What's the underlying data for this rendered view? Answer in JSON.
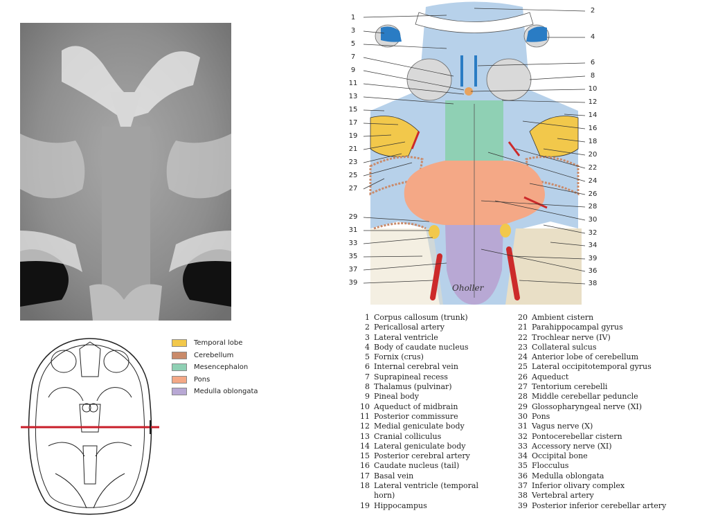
{
  "legend": [
    {
      "label": "Temporal lobe",
      "color": "#f2c84b"
    },
    {
      "label": "Cerebellum",
      "color": "#c98a6a"
    },
    {
      "label": "Mesencephalon",
      "color": "#8fd0b4"
    },
    {
      "label": "Pons",
      "color": "#f4a886"
    },
    {
      "label": "Medulla oblongata",
      "color": "#b8a8d4"
    }
  ],
  "colors": {
    "csf": "#b7d1ea",
    "ventricle": "#2a7cc4",
    "bone": "#e9dfc6",
    "artery": "#cc2a2a"
  },
  "signature": "Oholler",
  "left_labels": [
    "1",
    "3",
    "5",
    "7",
    "9",
    "11",
    "13",
    "15",
    "17",
    "19",
    "21",
    "23",
    "25",
    "27",
    "29",
    "31",
    "33",
    "35",
    "37",
    "39"
  ],
  "right_labels": [
    "2",
    "4",
    "6",
    "8",
    "10",
    "12",
    "14",
    "16",
    "18",
    "20",
    "22",
    "24",
    "26",
    "28",
    "30",
    "32",
    "34",
    "39",
    "36",
    "38"
  ],
  "structures_col1": [
    {
      "n": "1",
      "t": "Corpus callosum (trunk)"
    },
    {
      "n": "2",
      "t": "Pericallosal artery"
    },
    {
      "n": "3",
      "t": "Lateral ventricle"
    },
    {
      "n": "4",
      "t": "Body of caudate nucleus"
    },
    {
      "n": "5",
      "t": "Fornix (crus)"
    },
    {
      "n": "6",
      "t": "Internal cerebral vein"
    },
    {
      "n": "7",
      "t": "Suprapineal recess"
    },
    {
      "n": "8",
      "t": "Thalamus (pulvinar)"
    },
    {
      "n": "9",
      "t": "Pineal body"
    },
    {
      "n": "10",
      "t": "Aqueduct of midbrain"
    },
    {
      "n": "11",
      "t": "Posterior commissure"
    },
    {
      "n": "12",
      "t": "Medial geniculate body"
    },
    {
      "n": "13",
      "t": "Cranial colliculus"
    },
    {
      "n": "14",
      "t": "Lateral geniculate body"
    },
    {
      "n": "15",
      "t": "Posterior cerebral artery"
    },
    {
      "n": "16",
      "t": "Caudate nucleus (tail)"
    },
    {
      "n": "17",
      "t": "Basal vein"
    },
    {
      "n": "18",
      "t": "Lateral ventricle (temporal"
    },
    {
      "n": "",
      "t": "horn)"
    },
    {
      "n": "19",
      "t": "Hippocampus"
    }
  ],
  "structures_col2": [
    {
      "n": "20",
      "t": "Ambient cistern"
    },
    {
      "n": "21",
      "t": "Parahippocampal gyrus"
    },
    {
      "n": "22",
      "t": "Trochlear nerve (IV)"
    },
    {
      "n": "23",
      "t": "Collateral sulcus"
    },
    {
      "n": "24",
      "t": "Anterior lobe of cerebellum"
    },
    {
      "n": "25",
      "t": "Lateral occipitotemporal gyrus"
    },
    {
      "n": "26",
      "t": "Aqueduct"
    },
    {
      "n": "27",
      "t": "Tentorium cerebelli"
    },
    {
      "n": "28",
      "t": "Middle cerebellar peduncle"
    },
    {
      "n": "29",
      "t": "Glossopharyngeal nerve (XI)"
    },
    {
      "n": "30",
      "t": "Pons"
    },
    {
      "n": "31",
      "t": "Vagus nerve (X)"
    },
    {
      "n": "32",
      "t": "Pontocerebellar cistern"
    },
    {
      "n": "33",
      "t": "Accessory nerve (XI)"
    },
    {
      "n": "34",
      "t": "Occipital bone"
    },
    {
      "n": "35",
      "t": "Flocculus"
    },
    {
      "n": "36",
      "t": "Medulla oblongata"
    },
    {
      "n": "37",
      "t": "Inferior olivary complex"
    },
    {
      "n": "38",
      "t": "Vertebral artery"
    },
    {
      "n": "39",
      "t": "Posterior inferior cerebellar artery"
    }
  ]
}
